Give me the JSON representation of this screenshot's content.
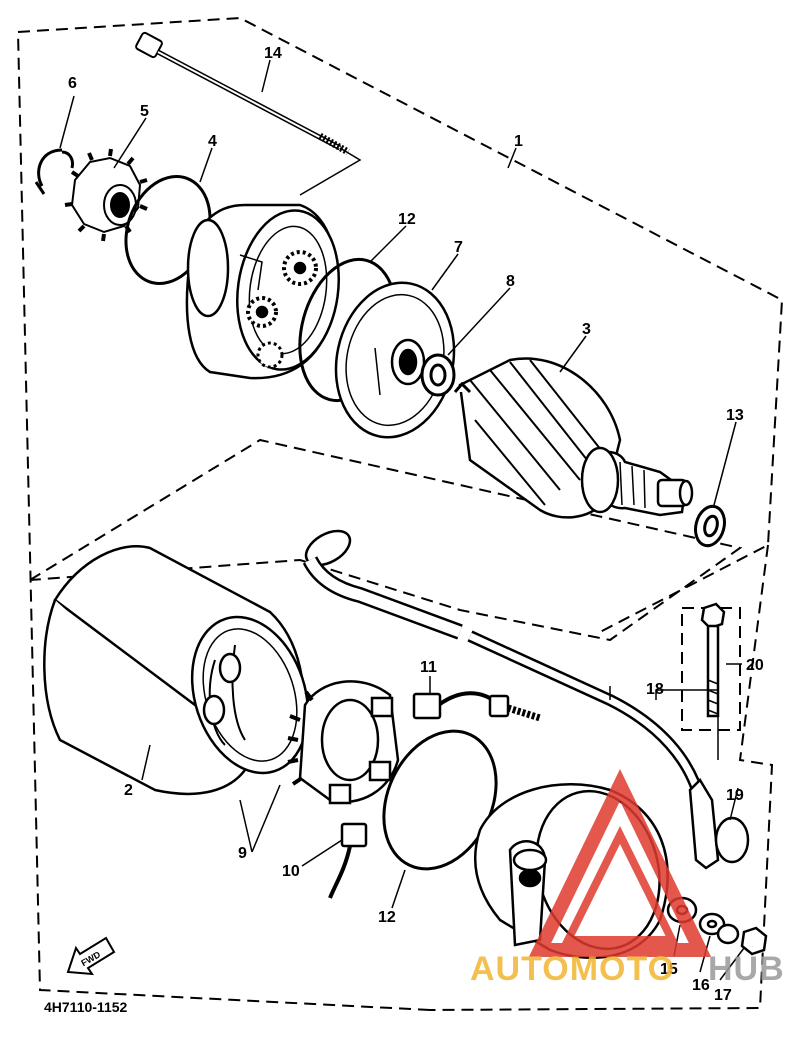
{
  "diagram": {
    "part_numbers": {
      "p1": "1",
      "p2": "2",
      "p3": "3",
      "p4": "4",
      "p5": "5",
      "p6": "6",
      "p7": "7",
      "p8": "8",
      "p9": "9",
      "p10": "10",
      "p11": "11",
      "p12a": "12",
      "p12b": "12",
      "p13": "13",
      "p14": "14",
      "p15": "15",
      "p16": "16",
      "p17": "17",
      "p18": "18",
      "p19": "19",
      "p20": "20"
    },
    "drawing_code": "4H7110-1152",
    "fwd_label": "FWD",
    "watermark": {
      "text_left": "AUTOMOTO",
      "text_right": "HUB",
      "color_left": "#f2b632",
      "color_right": "#9a9a9a",
      "logo_color": "#e03a2f"
    }
  }
}
